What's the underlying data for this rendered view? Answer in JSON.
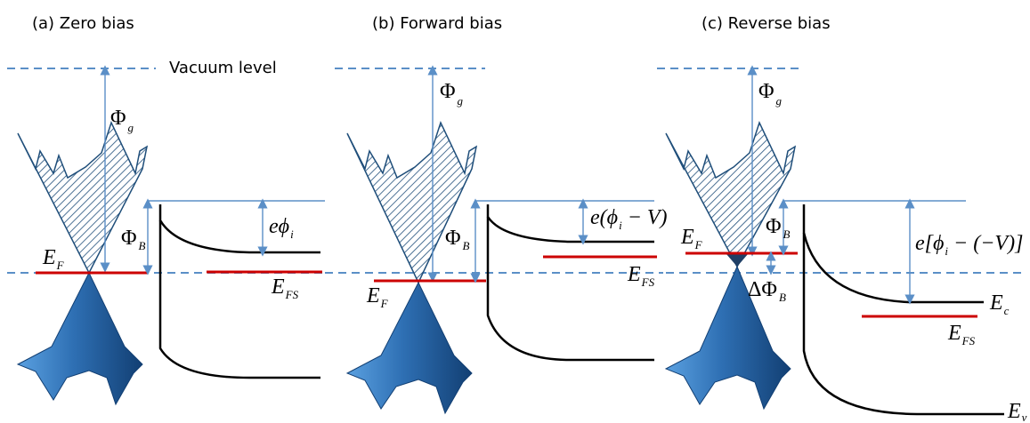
{
  "panels": [
    {
      "title": "(a) Zero bias",
      "vacuum_label": "Vacuum level",
      "phi_g": {
        "sym": "Φ",
        "sub": "g"
      },
      "phi_B": {
        "sym": "Φ",
        "sub": "B"
      },
      "barrier": {
        "pre": "e",
        "sym": "ϕ",
        "sub": "i"
      },
      "E_F": {
        "sym": "E",
        "sub": "F"
      },
      "E_FS": {
        "sym": "E",
        "sub": "FS"
      }
    },
    {
      "title": "(b) Forward bias",
      "phi_g": {
        "sym": "Φ",
        "sub": "g"
      },
      "phi_B": {
        "sym": "Φ",
        "sub": "B"
      },
      "barrier": {
        "pre": "e(",
        "sym": "ϕ",
        "sub": "i",
        "post": " − V)"
      },
      "E_F": {
        "sym": "E",
        "sub": "F"
      },
      "E_FS": {
        "sym": "E",
        "sub": "FS"
      }
    },
    {
      "title": "(c) Reverse bias",
      "phi_g": {
        "sym": "Φ",
        "sub": "g"
      },
      "phi_B": {
        "sym": "Φ",
        "sub": "B"
      },
      "delta_phi_B": {
        "sym": "ΔΦ",
        "sub": "B"
      },
      "barrier": {
        "pre": "e[",
        "sym": "ϕ",
        "sub": "i",
        "post": " − (−V)]"
      },
      "E_F": {
        "sym": "E",
        "sub": "F"
      },
      "E_FS": {
        "sym": "E",
        "sub": "FS"
      },
      "E_c": {
        "sym": "E",
        "sub": "c"
      },
      "E_v": {
        "sym": "E",
        "sub": "v"
      }
    }
  ],
  "colors": {
    "vacuum_dash": "#5b8fc7",
    "arrow": "#5b8fc7",
    "fermi_red": "#cc0000",
    "band": "#000000",
    "cone_lower": "#2e6fb3",
    "cone_upper_hatch": "#1f4e7a"
  }
}
